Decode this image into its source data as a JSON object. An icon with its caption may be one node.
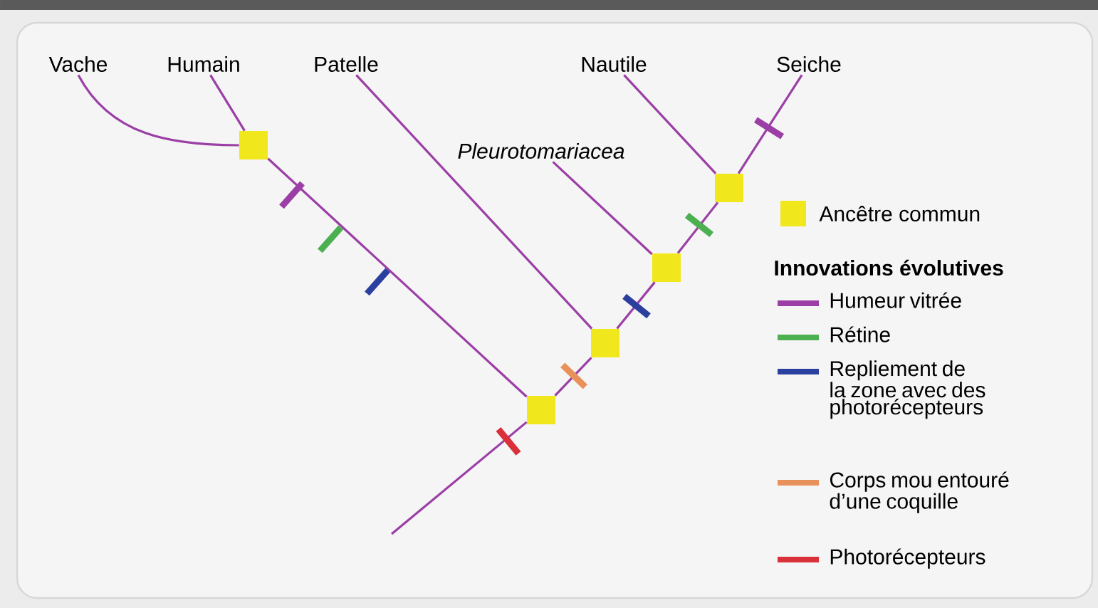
{
  "diagram": {
    "nodes": [
      {
        "text": [
          "Vache"
        ]
      },
      {
        "text": [
          "Humain"
        ]
      },
      {
        "text": [
          "Patelle"
        ]
      },
      {
        "text": [
          "Nautile"
        ]
      },
      {
        "text": [
          "Seiche"
        ]
      },
      {
        "text": [
          "Pleurotomariacea"
        ]
      },
      {
        "text": [],
        "shape": "box"
      },
      {
        "text": [],
        "shape": "box"
      },
      {
        "text": [],
        "shape": "box"
      },
      {
        "text": [],
        "shape": "box"
      },
      {
        "text": [],
        "shape": "box"
      }
    ],
    "edges": [
      {
        "from": 6,
        "to": 0,
        "arrow": "none"
      },
      {
        "from": 6,
        "to": 1,
        "arrow": "none"
      },
      {
        "from": 7,
        "to": 6,
        "arrow": "none"
      },
      {
        "from": 7,
        "to": 8,
        "arrow": "none"
      },
      {
        "from": 8,
        "to": 2,
        "arrow": "none"
      },
      {
        "from": 8,
        "to": 9,
        "arrow": "none"
      },
      {
        "from": 9,
        "to": 5,
        "arrow": "none"
      },
      {
        "from": 9,
        "to": 10,
        "arrow": "none"
      },
      {
        "from": 10,
        "to": 3,
        "arrow": "none"
      },
      {
        "from": 10,
        "to": 4,
        "arrow": "none"
      },
      {
        "from": null,
        "to": 7,
        "arrow": "none"
      }
    ],
    "labels": [
      "Innovations évolutives"
    ],
    "legend": [
      {
        "text": "Ancêtre commun",
        "color": "#f0e81c"
      },
      {
        "text": "Humeur vitrée",
        "color": "#9b3fa6"
      },
      {
        "text": "Rétine",
        "color": "#4caf50"
      },
      {
        "text": "Repliement de la zone avec des photorécepteurs",
        "color": "#2b3f9e"
      },
      {
        "text": "Corps mou entouré d’une coquille",
        "color": "#e8915a"
      },
      {
        "text": "Photorécepteurs",
        "color": "#d9303a"
      }
    ]
  }
}
